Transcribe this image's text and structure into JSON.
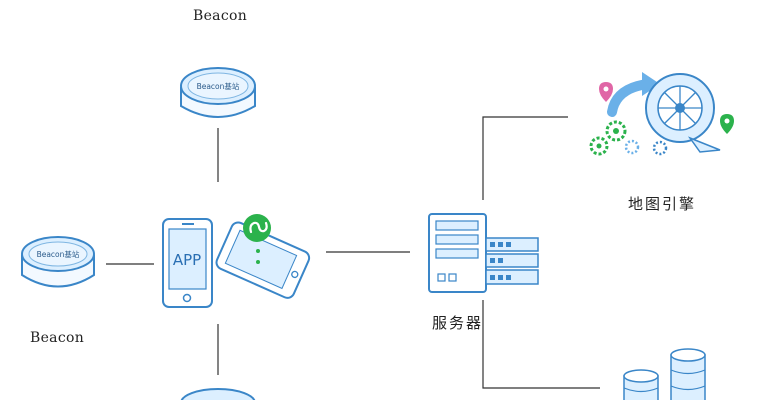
{
  "labels": {
    "beacon_top": "Beacon",
    "beacon_left": "Beacon",
    "server": "服务器",
    "map_engine": "地图引擎"
  },
  "nodes": {
    "beacon_station_text": "Beacon基站",
    "app_text": "APP"
  },
  "icons": {
    "mini_program": "mini-program-icon",
    "map_pin_pink": "map-pin-icon",
    "map_pin_green": "map-pin-icon",
    "gears": "gear-icon",
    "turbine": "turbine-icon",
    "database": "database-icon"
  },
  "colors": {
    "blue_stroke": "#3a86c8",
    "blue_fill": "#dcefff",
    "green": "#2bb24c",
    "line": "#333333"
  }
}
